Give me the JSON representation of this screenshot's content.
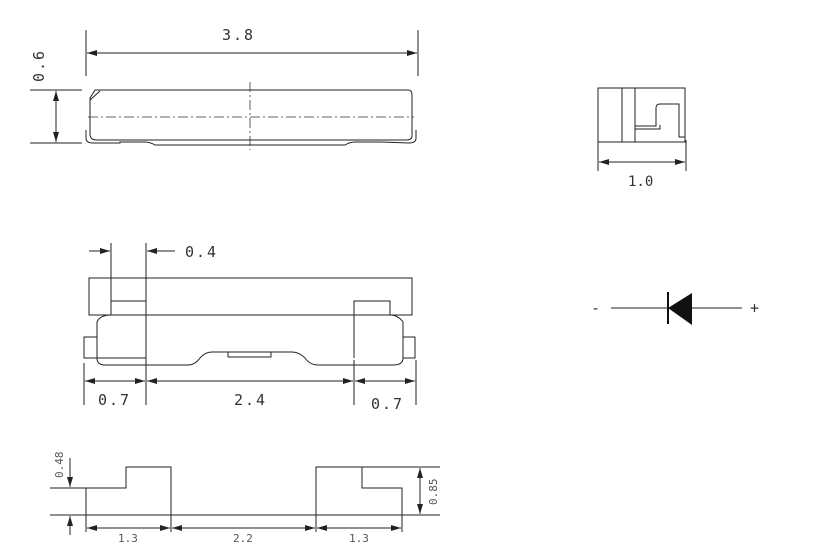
{
  "top_view": {
    "length_label": "3.8",
    "height_label": "0.6"
  },
  "side_view": {
    "width_label": "1.0"
  },
  "front_view": {
    "pad_width_label": "0.4",
    "left_label": "0.7",
    "middle_label": "2.4",
    "right_label": "0.7"
  },
  "symbol": {
    "minus_label": "-",
    "plus_label": "+",
    "icon": "diode-icon"
  },
  "footprint": {
    "step_label": "0.48",
    "height_label": "0.85",
    "left_pad_label": "1.3",
    "gap_label": "2.2",
    "right_pad_label": "1.3"
  }
}
